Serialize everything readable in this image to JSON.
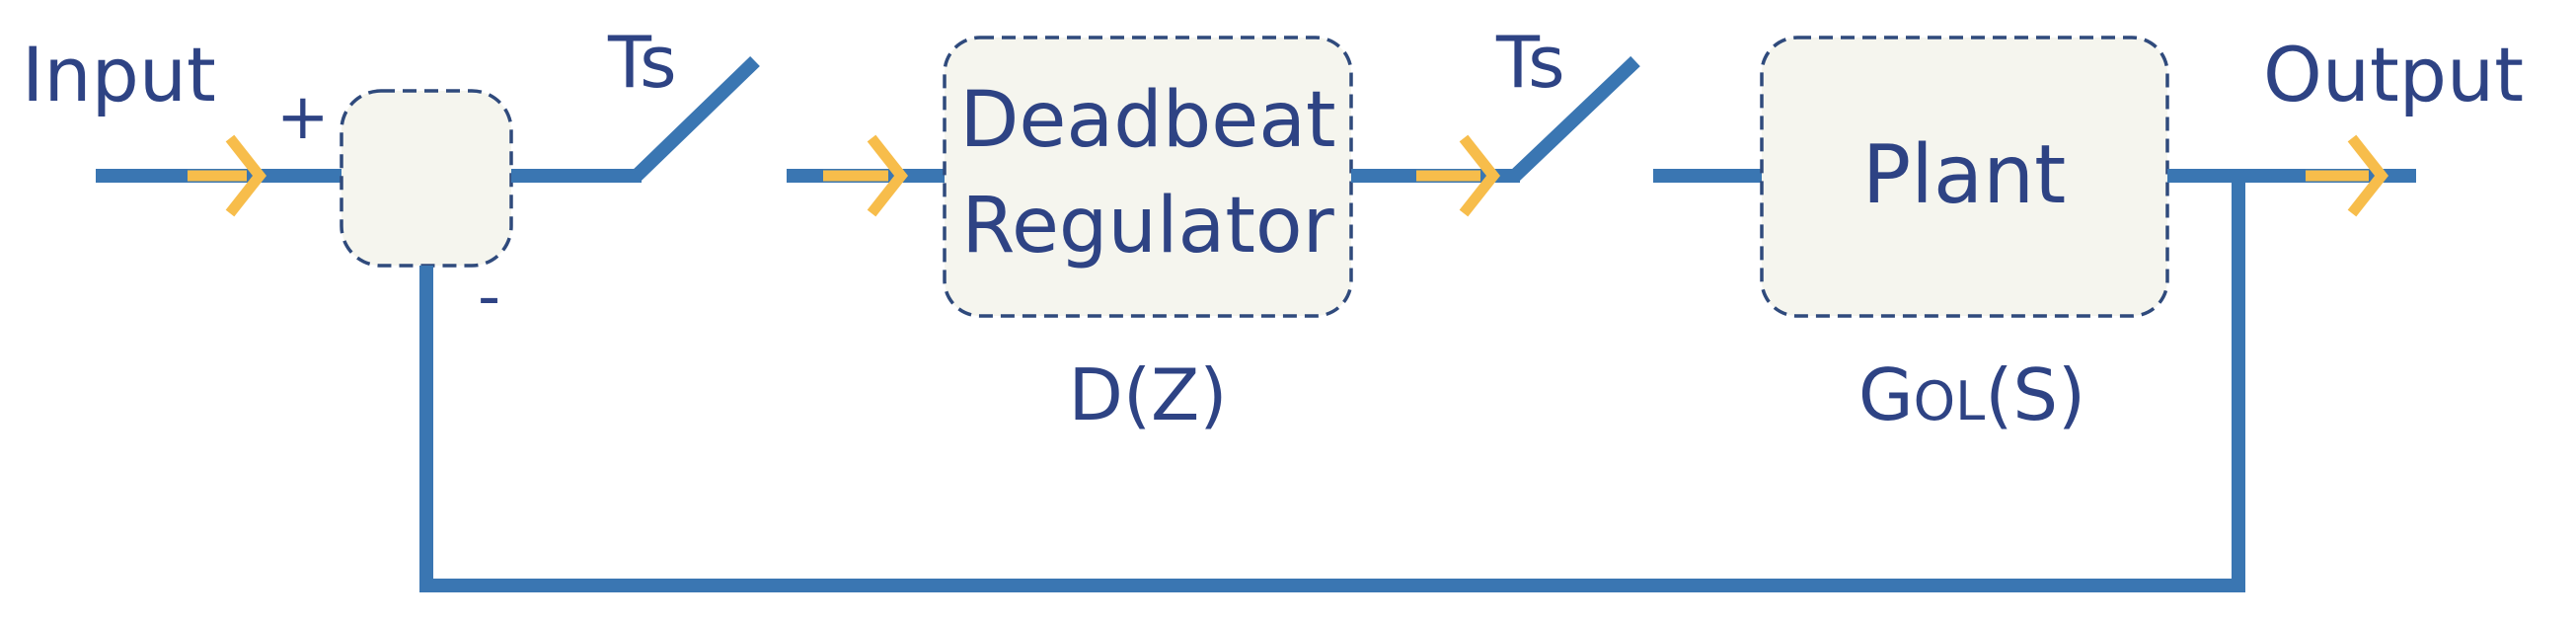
{
  "input_label": "Input",
  "output_label": "Output",
  "summing_junction": {
    "plus_sign": "+",
    "minus_sign": "-"
  },
  "sampler_1": {
    "label": "Ts"
  },
  "sampler_2": {
    "label": "Ts"
  },
  "regulator": {
    "line1": "Deadbeat",
    "line2": "Regulator",
    "transfer_function": "D(Z)"
  },
  "plant": {
    "label": "Plant",
    "transfer_function_main": "G",
    "transfer_function_sub": "OL",
    "transfer_function_arg": "(S)"
  },
  "colors": {
    "wire": "#3a76b2",
    "arrow": "#f7bd4b",
    "box_fill": "#f5f5ee",
    "box_border": "#2f4a7c",
    "text": "#2e4384"
  }
}
